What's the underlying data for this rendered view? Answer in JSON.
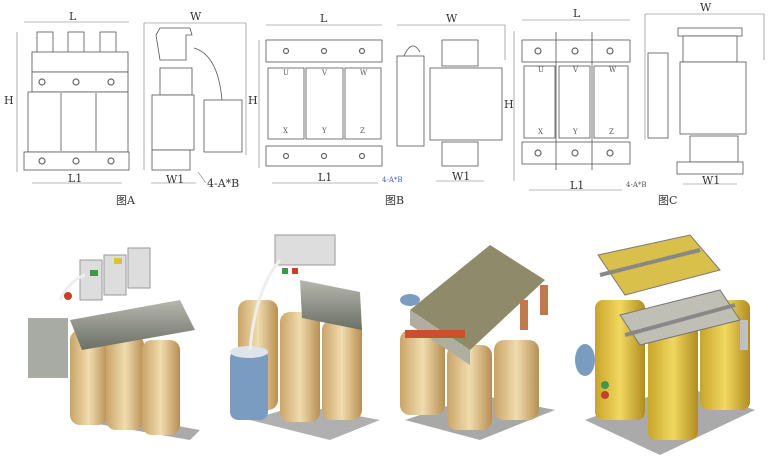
{
  "figures": {
    "a": {
      "caption": "图A",
      "front": {
        "L": "L",
        "H": "H",
        "L1": "L1"
      },
      "side": {
        "W": "W",
        "W1": "W1",
        "mount": "4-A*B"
      }
    },
    "b": {
      "caption": "图B",
      "front": {
        "L": "L",
        "H": "H",
        "L1": "L1",
        "mount": "4-A*B",
        "terminals_top": [
          "U",
          "V",
          "W"
        ],
        "terminals_bottom": [
          "X",
          "Y",
          "Z"
        ]
      },
      "side": {
        "W": "W",
        "W1": "W1"
      }
    },
    "c": {
      "caption": "图C",
      "front": {
        "L": "L",
        "H": "H",
        "L1": "L1",
        "mount": "4-A*B",
        "terminals_top": [
          "U",
          "V",
          "W"
        ],
        "terminals_bottom": [
          "X",
          "Y",
          "Z"
        ]
      },
      "side": {
        "W": "W",
        "W1": "W1"
      }
    }
  },
  "colors": {
    "coil": "#e8c98a",
    "core": "#8a8f86",
    "terminal_green": "#3a9a4a",
    "terminal_red": "#c8402a",
    "capacitor": "#7a9cc0"
  }
}
